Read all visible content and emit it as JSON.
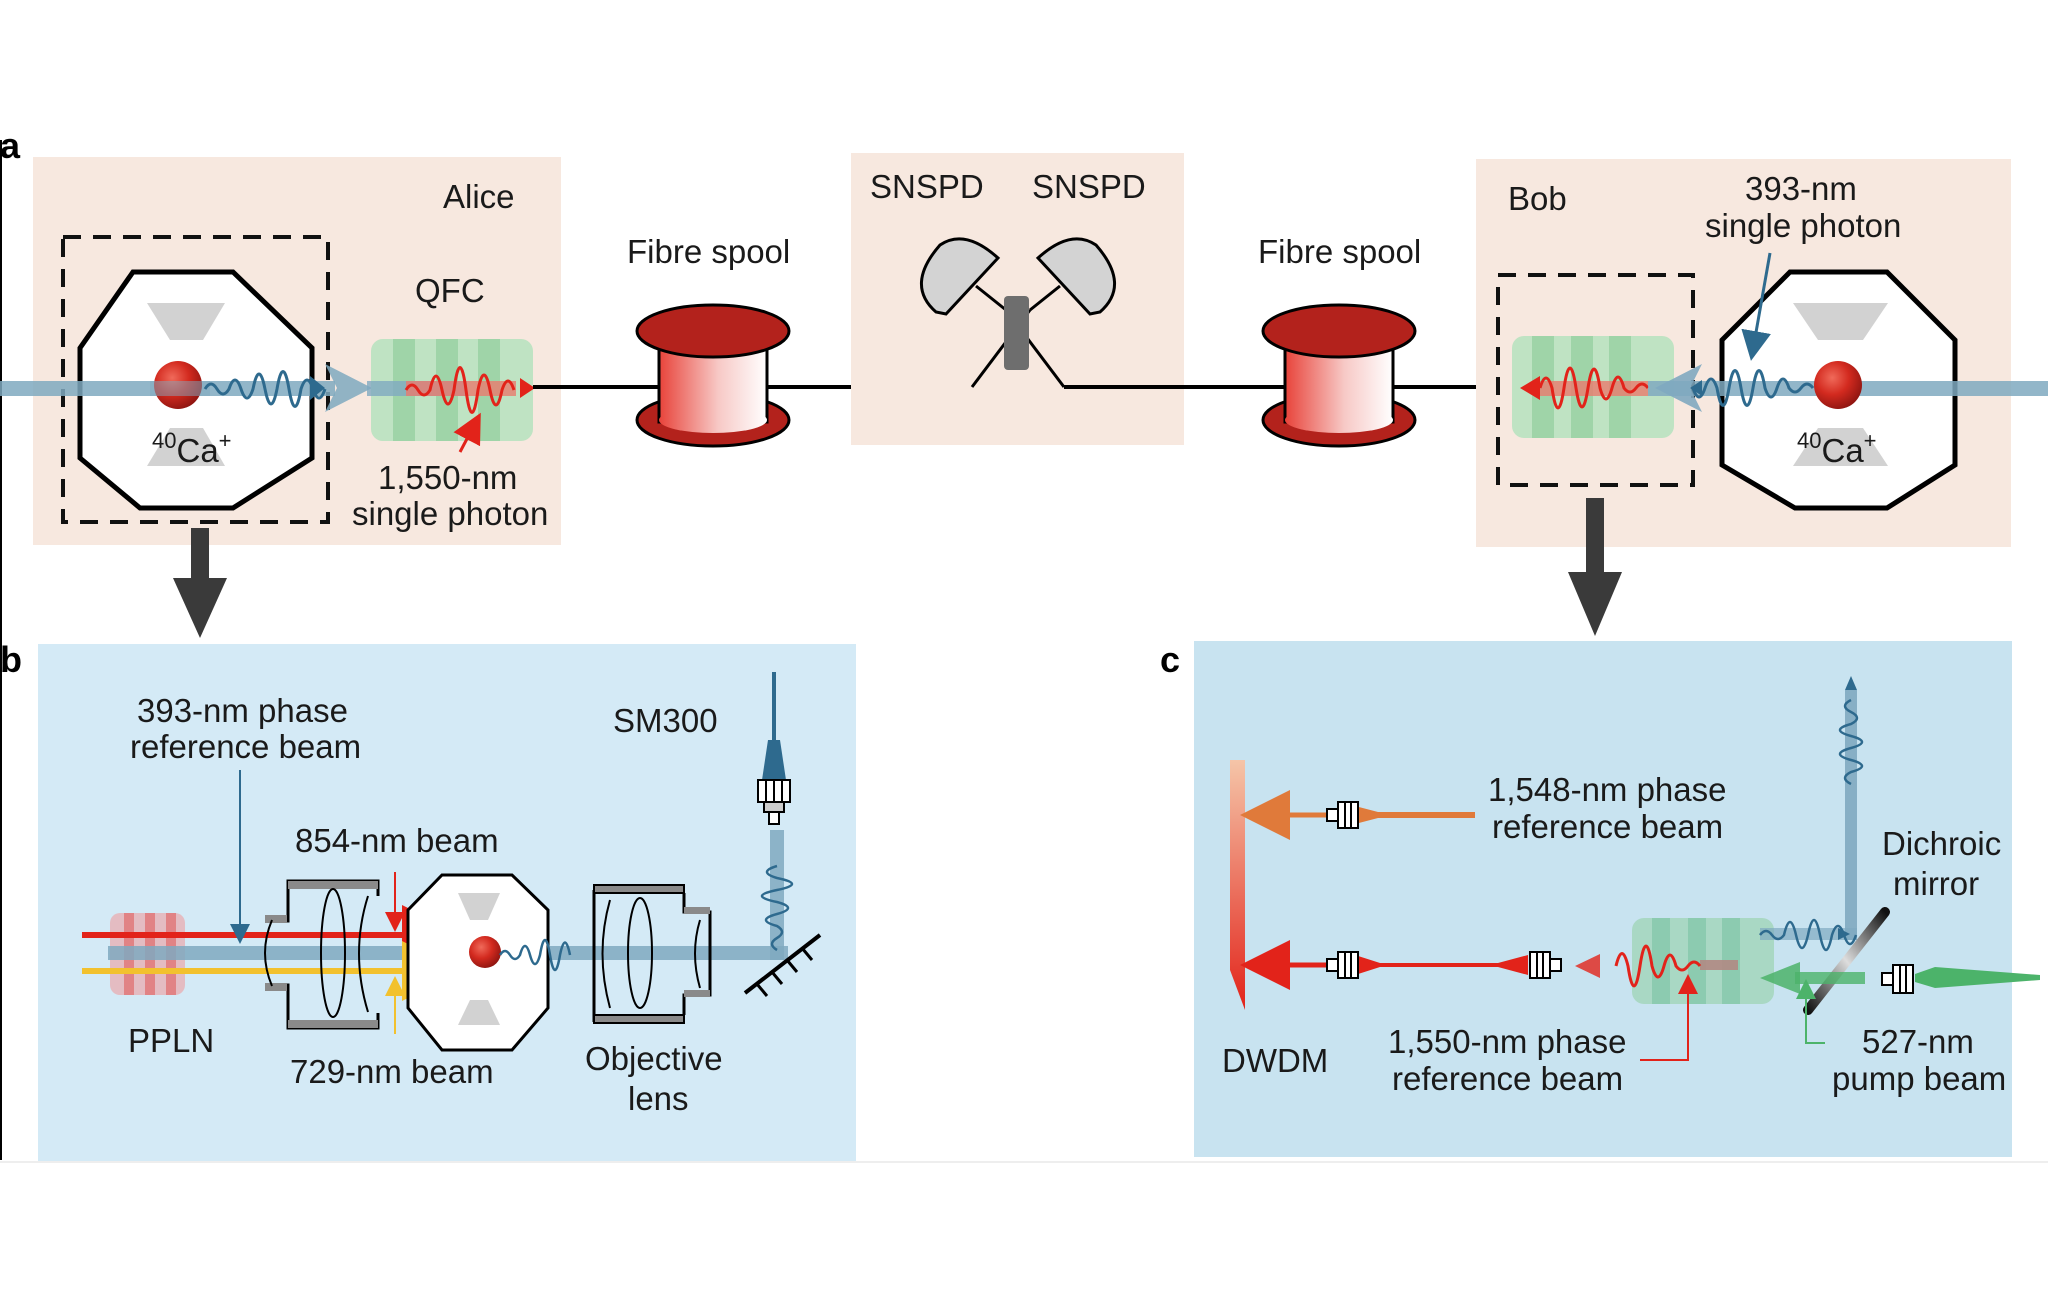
{
  "figure": {
    "panels": {
      "a": {
        "letter": "a",
        "alice": {
          "title": "Alice",
          "ion_label": "Ca",
          "ion_mass": "40",
          "ion_charge": "+",
          "qfc_label": "QFC",
          "photon_label_line1": "1,550-nm",
          "photon_label_line2": "single photon"
        },
        "fibre_spool_left": "Fibre spool",
        "detector_station": {
          "detector_left": "SNSPD",
          "detector_right": "SNSPD"
        },
        "fibre_spool_right": "Fibre spool",
        "bob": {
          "title": "Bob",
          "ion_label": "Ca",
          "ion_mass": "40",
          "ion_charge": "+",
          "photon_label_line1": "393-nm",
          "photon_label_line2": "single photon"
        }
      },
      "b": {
        "letter": "b",
        "phase_ref_line1": "393-nm phase",
        "phase_ref_line2": "reference beam",
        "sm300": "SM300",
        "beam_854": "854-nm beam",
        "beam_729": "729-nm beam",
        "ppln": "PPLN",
        "objective_line1": "Objective",
        "objective_line2": "lens"
      },
      "c": {
        "letter": "c",
        "ref1548_line1": "1,548-nm phase",
        "ref1548_line2": "reference beam",
        "dichroic_line1": "Dichroic",
        "dichroic_line2": "mirror",
        "dwdm": "DWDM",
        "ref1550_line1": "1,550-nm phase",
        "ref1550_line2": "reference beam",
        "pump_line1": "527-nm",
        "pump_line2": "pump beam"
      }
    },
    "colors": {
      "node_bg": "#f7e8df",
      "panel_bg_b": "#d4eaf6",
      "panel_bg_c": "#c8e3f0",
      "beam_393": "#7fa9c0",
      "wave_393": "#2e6a8e",
      "red_1550": "#e2231a",
      "orange_1548": "#e07a3a",
      "yellow_729": "#f2c12e",
      "green_527": "#4cb36a",
      "spool_red": "#b3221c"
    }
  }
}
